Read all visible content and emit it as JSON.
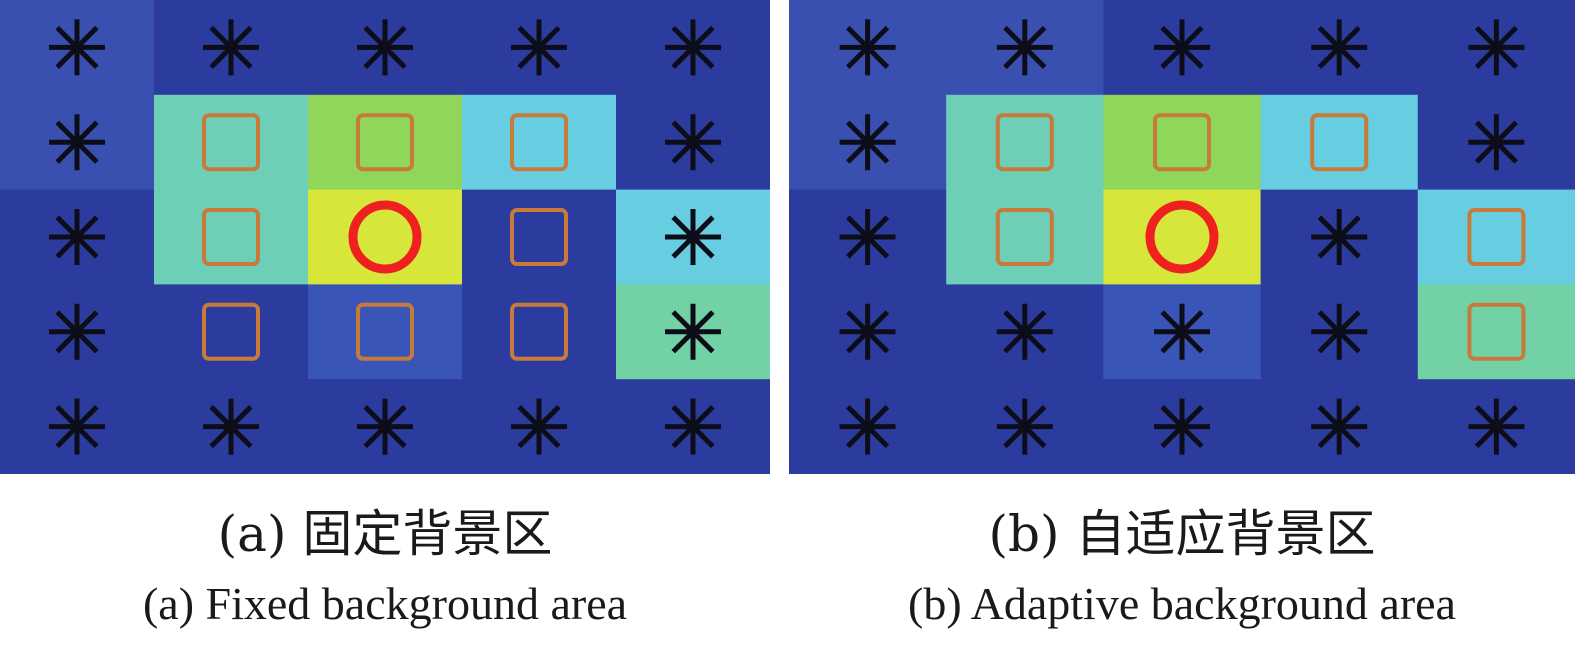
{
  "panels": [
    {
      "id": "a",
      "caption_cn": "(a) 固定背景区",
      "caption_en": "(a) Fixed background area",
      "rows": [
        [
          {
            "c": "#3a50b0",
            "m": "asterisk"
          },
          {
            "c": "#2c3c9e",
            "m": "asterisk"
          },
          {
            "c": "#2c3c9e",
            "m": "asterisk"
          },
          {
            "c": "#2c3c9e",
            "m": "asterisk"
          },
          {
            "c": "#2c3c9e",
            "m": "asterisk"
          }
        ],
        [
          {
            "c": "#3a50b0",
            "m": "asterisk"
          },
          {
            "c": "#6ecfb8",
            "m": "square"
          },
          {
            "c": "#8fd65a",
            "m": "square"
          },
          {
            "c": "#66cee0",
            "m": "square"
          },
          {
            "c": "#2c3c9e",
            "m": "asterisk"
          }
        ],
        [
          {
            "c": "#2c3c9e",
            "m": "asterisk"
          },
          {
            "c": "#6ecfb8",
            "m": "square"
          },
          {
            "c": "#d6e63a",
            "m": "circle"
          },
          {
            "c": "#2c3c9e",
            "m": "square"
          },
          {
            "c": "#66cee0",
            "m": "asterisk"
          }
        ],
        [
          {
            "c": "#2c3c9e",
            "m": "asterisk"
          },
          {
            "c": "#2c3c9e",
            "m": "square"
          },
          {
            "c": "#3a55b8",
            "m": "square"
          },
          {
            "c": "#2c3c9e",
            "m": "square"
          },
          {
            "c": "#72d2a6",
            "m": "asterisk"
          }
        ],
        [
          {
            "c": "#2c3c9e",
            "m": "asterisk"
          },
          {
            "c": "#2c3c9e",
            "m": "asterisk"
          },
          {
            "c": "#2c3c9e",
            "m": "asterisk"
          },
          {
            "c": "#2c3c9e",
            "m": "asterisk"
          },
          {
            "c": "#2c3c9e",
            "m": "asterisk"
          }
        ]
      ]
    },
    {
      "id": "b",
      "caption_cn": "(b) 自适应背景区",
      "caption_en": "(b) Adaptive background area",
      "rows": [
        [
          {
            "c": "#3a50b0",
            "m": "asterisk"
          },
          {
            "c": "#3a50b0",
            "m": "asterisk"
          },
          {
            "c": "#2c3c9e",
            "m": "asterisk"
          },
          {
            "c": "#2c3c9e",
            "m": "asterisk"
          },
          {
            "c": "#2c3c9e",
            "m": "asterisk"
          }
        ],
        [
          {
            "c": "#3a50b0",
            "m": "asterisk"
          },
          {
            "c": "#6ecfb8",
            "m": "square"
          },
          {
            "c": "#8fd65a",
            "m": "square"
          },
          {
            "c": "#66cee0",
            "m": "square"
          },
          {
            "c": "#2c3c9e",
            "m": "asterisk"
          }
        ],
        [
          {
            "c": "#2c3c9e",
            "m": "asterisk"
          },
          {
            "c": "#6ecfb8",
            "m": "square"
          },
          {
            "c": "#d6e63a",
            "m": "circle"
          },
          {
            "c": "#2c3c9e",
            "m": "asterisk"
          },
          {
            "c": "#66cee0",
            "m": "square"
          }
        ],
        [
          {
            "c": "#2c3c9e",
            "m": "asterisk"
          },
          {
            "c": "#2c3c9e",
            "m": "asterisk"
          },
          {
            "c": "#3a55b8",
            "m": "asterisk"
          },
          {
            "c": "#2c3c9e",
            "m": "asterisk"
          },
          {
            "c": "#72d2a6",
            "m": "square"
          }
        ],
        [
          {
            "c": "#2c3c9e",
            "m": "asterisk"
          },
          {
            "c": "#2c3c9e",
            "m": "asterisk"
          },
          {
            "c": "#2c3c9e",
            "m": "asterisk"
          },
          {
            "c": "#2c3c9e",
            "m": "asterisk"
          },
          {
            "c": "#2c3c9e",
            "m": "asterisk"
          }
        ]
      ]
    }
  ],
  "colors": {
    "asterisk": "#0d0d1a",
    "square": "#c87a3a",
    "circle": "#ee2020"
  }
}
